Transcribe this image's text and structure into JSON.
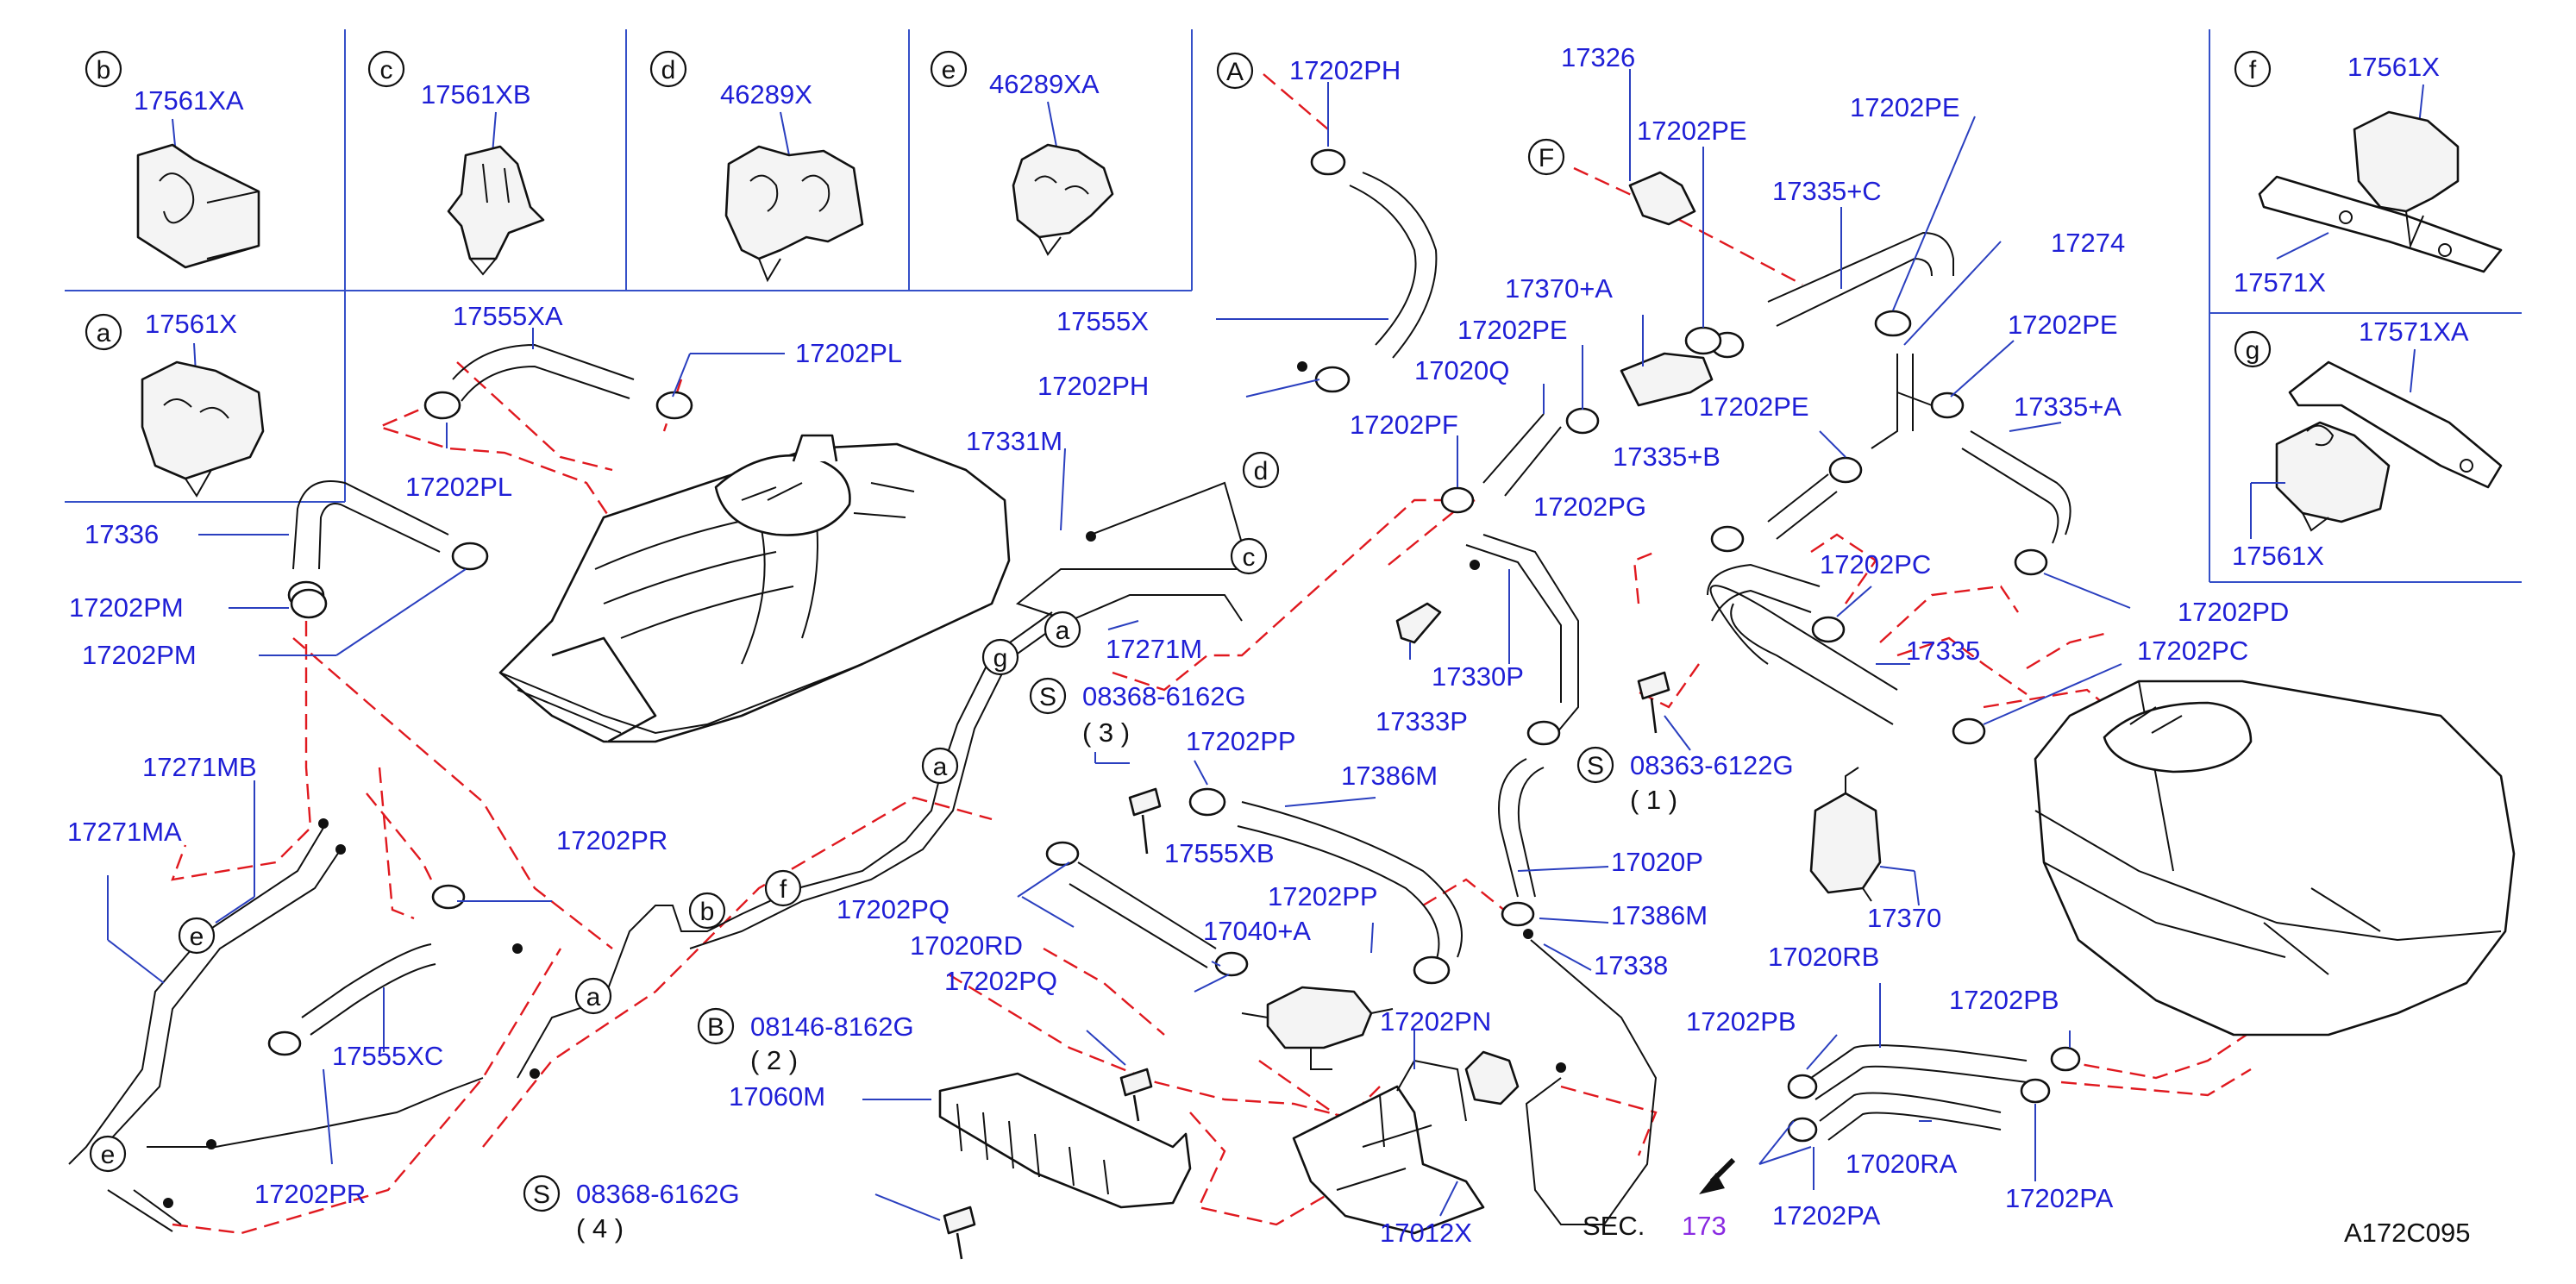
{
  "drawing_code": "A172C095",
  "section_ref": {
    "prefix": "SEC.",
    "number": "173"
  },
  "insets": {
    "b": {
      "letter": "b",
      "part": "17561XA"
    },
    "c": {
      "letter": "c",
      "part": "17561XB"
    },
    "d": {
      "letter": "d",
      "part": "46289X"
    },
    "e": {
      "letter": "e",
      "part": "46289XA"
    },
    "a": {
      "letter": "a",
      "part": "17561X"
    },
    "f": {
      "letter": "f",
      "part_top": "17561X",
      "part_bottom": "17571X"
    },
    "g": {
      "letter": "g",
      "part_top": "17571XA",
      "part_bottom": "17561X"
    }
  },
  "bolts": {
    "s3": {
      "letter": "S",
      "part": "08368-6162G",
      "qty": "( 3 )"
    },
    "s1": {
      "letter": "S",
      "part": "08363-6122G",
      "qty": "( 1 )"
    },
    "b2": {
      "letter": "B",
      "part": "08146-8162G",
      "qty": "( 2 )"
    },
    "s4": {
      "letter": "S",
      "part": "08368-6162G",
      "qty": "( 4 )"
    }
  },
  "callouts": {
    "A": "A",
    "F": "F",
    "a1": "a",
    "g1": "g",
    "a2": "a",
    "b1": "b",
    "f1": "f",
    "a3": "a",
    "e1": "e",
    "e2": "e",
    "d1": "d",
    "c1": "c"
  },
  "labels": {
    "p17202PH_top": "17202PH",
    "p17555X": "17555X",
    "p17202PH_mid": "17202PH",
    "p17326": "17326",
    "p17202PE_a": "17202PE",
    "p17202PE_b": "17202PE",
    "p17335C": "17335+C",
    "p17274": "17274",
    "p17370A": "17370+A",
    "p17202PE_c": "17202PE",
    "p17020Q": "17020Q",
    "p17202PE_d": "17202PE",
    "p17202PE_e": "17202PE",
    "p17335A": "17335+A",
    "p17202PF": "17202PF",
    "p17335B": "17335+B",
    "p17202PG": "17202PG",
    "p17202PD": "17202PD",
    "p17202PC_a": "17202PC",
    "p17335": "17335",
    "p17202PC_b": "17202PC",
    "p17330P": "17330P",
    "p17333P": "17333P",
    "p17331M": "17331M",
    "p17271M": "17271M",
    "p17555XA": "17555XA",
    "p17202PL_a": "17202PL",
    "p17202PL_b": "17202PL",
    "p17336": "17336",
    "p17202PM_a": "17202PM",
    "p17202PM_b": "17202PM",
    "p17271MB": "17271MB",
    "p17271MA": "17271MA",
    "p17202PR_a": "17202PR",
    "p17555XC": "17555XC",
    "p17202PR_b": "17202PR",
    "p17202PP_a": "17202PP",
    "p17386M_a": "17386M",
    "p17555XB": "17555XB",
    "p17202PP_b": "17202PP",
    "p17202PQ_a": "17202PQ",
    "p17020RD": "17020RD",
    "p17040A": "17040+A",
    "p17202PQ_b": "17202PQ",
    "p17020P": "17020P",
    "p17386M_b": "17386M",
    "p17338": "17338",
    "p17370": "17370",
    "p17020RB": "17020RB",
    "p17202PB_a": "17202PB",
    "p17202PB_b": "17202PB",
    "p17202PN": "17202PN",
    "p17060M": "17060M",
    "p17020RA": "17020RA",
    "p17202PA_a": "17202PA",
    "p17202PA_b": "17202PA",
    "p17012X": "17012X"
  }
}
